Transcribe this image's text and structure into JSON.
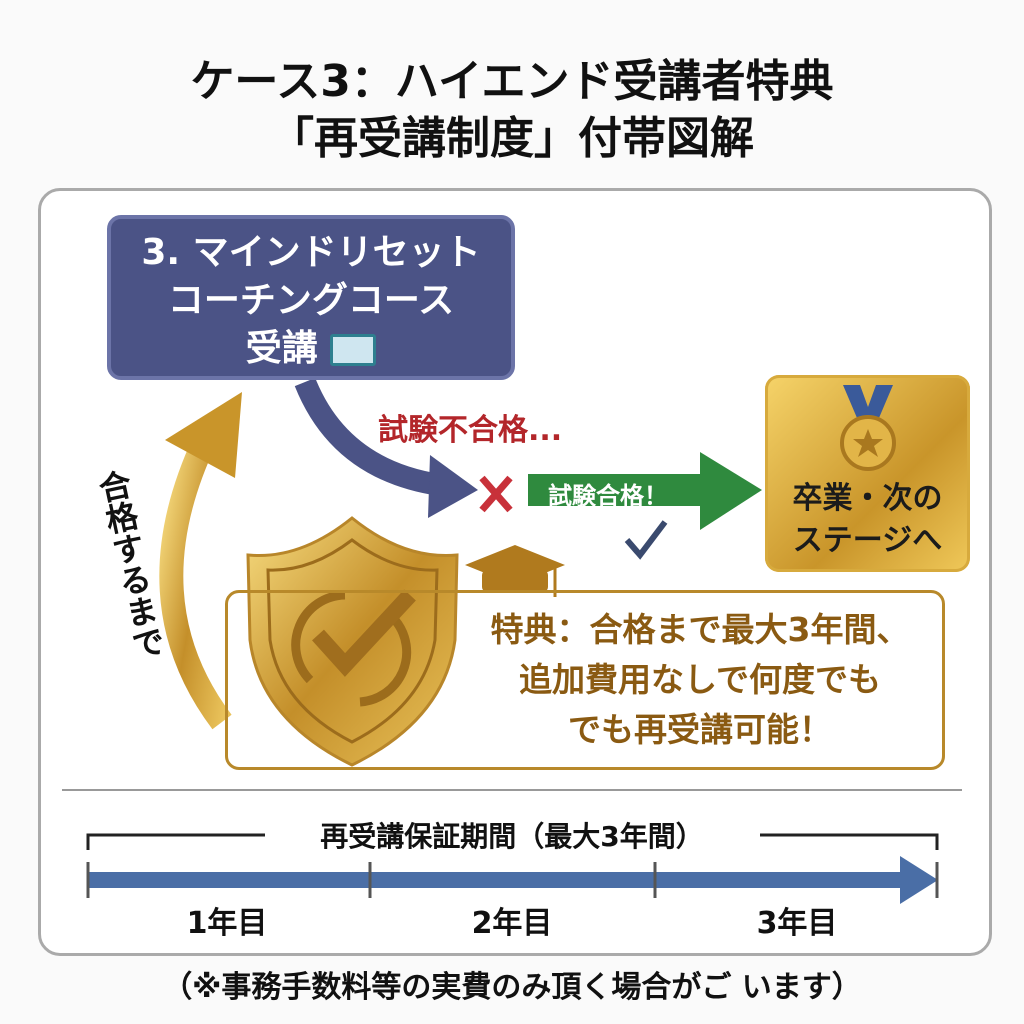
{
  "title": {
    "line1": "ケース3：ハイエンド受講者特典",
    "line2": "「再受講制度」付帯図解"
  },
  "course_box": {
    "line1": "3. マインドリセット",
    "line2": "コーチングコース",
    "line3": "受講",
    "icon": "book-icon"
  },
  "fail_label": "試験不合格...",
  "pass_label": "試験合格！",
  "graduate_box": {
    "line1": "卒業・次の",
    "line2": "ステージへ",
    "icon": "medal-icon"
  },
  "loop_label": "合格するまで",
  "benefit": {
    "line1": "特典：合格まで最大3年間、",
    "line2": "追加費用なしで何度でも",
    "line3": "でも再受講可能！"
  },
  "timeline": {
    "label": "再受講保証期間（最大3年間）",
    "years": [
      "1年目",
      "2年目",
      "3年目"
    ]
  },
  "footnote": "（※事務手数料等の実費のみ頂く場合がご います）",
  "colors": {
    "navy": "#4b5386",
    "gold": "#c9952a",
    "red": "#b3262a",
    "green": "#2f8a3e",
    "brown": "#8a5a12"
  }
}
